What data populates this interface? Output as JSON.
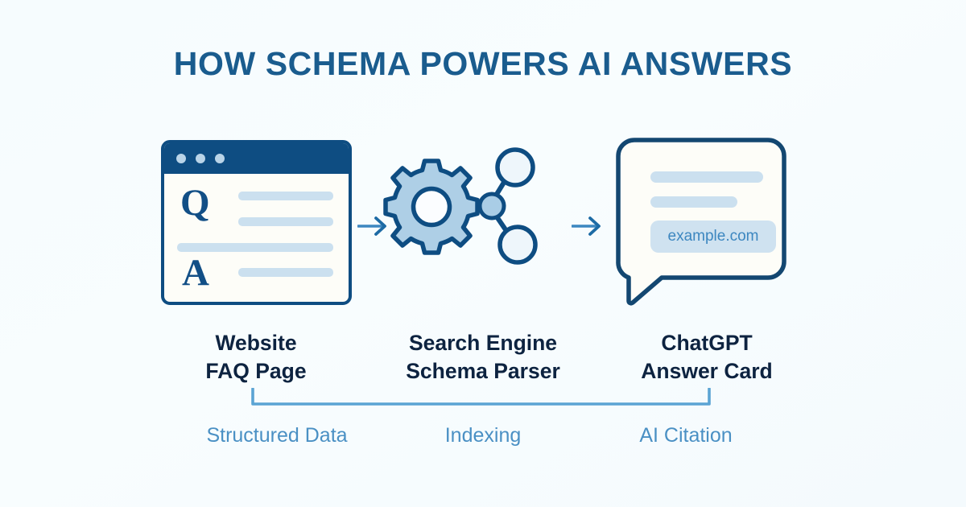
{
  "title": "HOW SCHEMA POWERS AI ANSWERS",
  "colors": {
    "background": "#f7fcfe",
    "title_blue": "#1a5c8e",
    "dark_navy": "#0d2340",
    "outline_blue": "#0e4d82",
    "fill_light_blue": "#cbe0ef",
    "accent_blue": "#4a90c4",
    "gear_fill": "#aecfe6"
  },
  "stages": [
    {
      "id": "website",
      "label_line1": "Website",
      "label_line2": "FAQ Page",
      "icon": "browser-window-icon",
      "window": {
        "dots": 3,
        "question_letter": "Q",
        "answer_letter": "A"
      }
    },
    {
      "id": "parser",
      "label_line1": "Search Engine",
      "label_line2": "Schema Parser",
      "icon": "gear-network-icon"
    },
    {
      "id": "answer",
      "label_line1": "ChatGPT",
      "label_line2": "Answer Card",
      "icon": "speech-bubble-icon",
      "citation": "example.com"
    }
  ],
  "arrows": [
    {
      "id": "arrow-1",
      "direction": "right"
    },
    {
      "id": "arrow-2",
      "direction": "right"
    }
  ],
  "captions": [
    "Structured Data",
    "Indexing",
    "AI Citation"
  ]
}
